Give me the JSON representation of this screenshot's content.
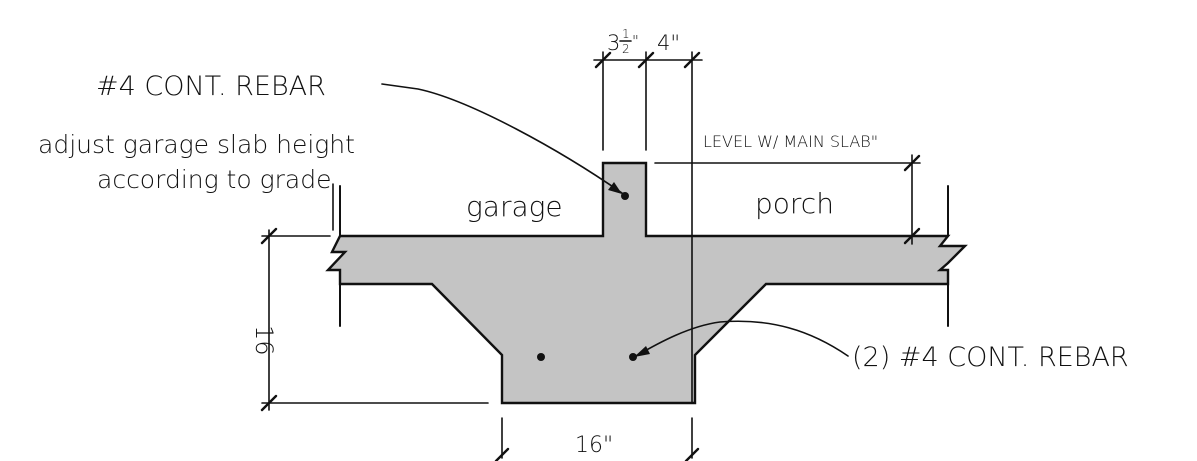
{
  "labels": {
    "top_rebar": "#4 CONT. REBAR",
    "note_line1": "adjust garage slab height",
    "note_line2": "according to grade",
    "garage": "garage",
    "porch": "porch",
    "level_note": "LEVEL W/ MAIN SLAB\"",
    "bottom_rebar": "(2) #4 CONT. REBAR"
  },
  "dimensions": {
    "stem_width_whole": "3",
    "stem_width_num": "1",
    "stem_width_den": "2",
    "stem_width_unit": "\"",
    "offset_width": "4\"",
    "footing_depth": "16",
    "footing_width": "16\""
  },
  "colors": {
    "concrete": "#c4c4c4",
    "line": "#111111"
  }
}
